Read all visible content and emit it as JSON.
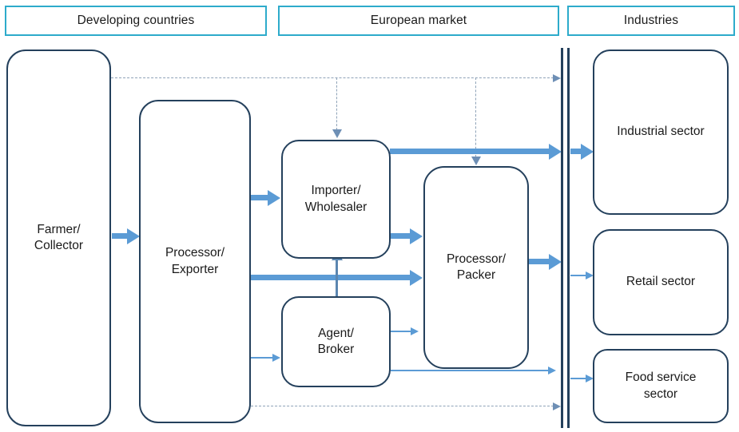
{
  "diagram": {
    "title": "Agricultural commodity supply chain from developing countries to European industries",
    "colors": {
      "header_border": "#2DABCB",
      "node_border": "#24405C",
      "flow_major": "#5B9BD5",
      "flow_minor": "#5B9BD5",
      "flow_dashed": "#8FA3B8",
      "background": "#FFFFFF",
      "text": "#1A1A1A"
    }
  },
  "headers": [
    {
      "id": "developing-countries",
      "label": "Developing countries"
    },
    {
      "id": "european-market",
      "label": "European market"
    },
    {
      "id": "industries",
      "label": "Industries"
    }
  ],
  "nodes": {
    "farmer": {
      "id": "farmer-collector",
      "line1": "Farmer/",
      "line2": "Collector",
      "column": "developing-countries"
    },
    "processor_exporter": {
      "id": "processor-exporter",
      "line1": "Processor/",
      "line2": "Exporter",
      "column": "developing-countries"
    },
    "importer": {
      "id": "importer-wholesaler",
      "line1": "Importer/",
      "line2": "Wholesaler",
      "column": "european-market"
    },
    "agent": {
      "id": "agent-broker",
      "line1": "Agent/",
      "line2": "Broker",
      "column": "european-market"
    },
    "processor_packer": {
      "id": "processor-packer",
      "line1": "Processor/",
      "line2": "Packer",
      "column": "european-market"
    },
    "industrial": {
      "id": "industrial-sector",
      "line1": "Industrial sector",
      "line2": "",
      "column": "industries"
    },
    "retail": {
      "id": "retail-sector",
      "line1": "Retail sector",
      "line2": "",
      "column": "industries"
    },
    "foodservice": {
      "id": "food-service-sector",
      "line1": "Food service",
      "line2": "sector",
      "column": "industries"
    }
  },
  "flows": [
    {
      "id": "farmer-to-processor-exporter",
      "from": "Farmer/Collector",
      "to": "Processor/Exporter",
      "style": "thick-solid"
    },
    {
      "id": "farmer-to-boundary-direct",
      "from": "Farmer/Collector",
      "to": "Industries boundary",
      "style": "dashed"
    },
    {
      "id": "boundary-dash-to-importer",
      "from": "Farmer direct route",
      "to": "Importer/Wholesaler",
      "style": "dashed"
    },
    {
      "id": "boundary-dash-to-processor-packer",
      "from": "Farmer direct route",
      "to": "Processor/Packer",
      "style": "dashed"
    },
    {
      "id": "processor-exporter-to-importer",
      "from": "Processor/Exporter",
      "to": "Importer/Wholesaler",
      "style": "thick-solid"
    },
    {
      "id": "processor-exporter-to-processor-packer",
      "from": "Processor/Exporter",
      "to": "Processor/Packer",
      "style": "thick-solid"
    },
    {
      "id": "processor-exporter-to-agent",
      "from": "Processor/Exporter",
      "to": "Agent/Broker",
      "style": "thin-solid"
    },
    {
      "id": "processor-exporter-to-boundary",
      "from": "Processor/Exporter",
      "to": "Industries boundary",
      "style": "dashed"
    },
    {
      "id": "importer-to-industrial",
      "from": "Importer/Wholesaler",
      "to": "Industrial sector",
      "style": "thick-solid"
    },
    {
      "id": "importer-to-processor-packer",
      "from": "Importer/Wholesaler",
      "to": "Processor/Packer",
      "style": "thick-solid"
    },
    {
      "id": "agent-to-importer",
      "from": "Agent/Broker",
      "to": "Importer/Wholesaler",
      "style": "thick-solid-up"
    },
    {
      "id": "agent-to-processor-packer",
      "from": "Agent/Broker",
      "to": "Processor/Packer",
      "style": "thin-solid"
    },
    {
      "id": "agent-to-boundary",
      "from": "Agent/Broker",
      "to": "Industries boundary",
      "style": "thin-solid"
    },
    {
      "id": "processor-packer-to-retail",
      "from": "Processor/Packer",
      "to": "Retail sector",
      "style": "thick-solid"
    },
    {
      "id": "boundary-to-industrial",
      "from": "Industries boundary",
      "to": "Industrial sector",
      "style": "thick-solid"
    },
    {
      "id": "boundary-to-retail",
      "from": "Industries boundary",
      "to": "Retail sector",
      "style": "thin-solid"
    },
    {
      "id": "boundary-to-food-service",
      "from": "Industries boundary",
      "to": "Food service sector",
      "style": "thin-solid"
    }
  ]
}
